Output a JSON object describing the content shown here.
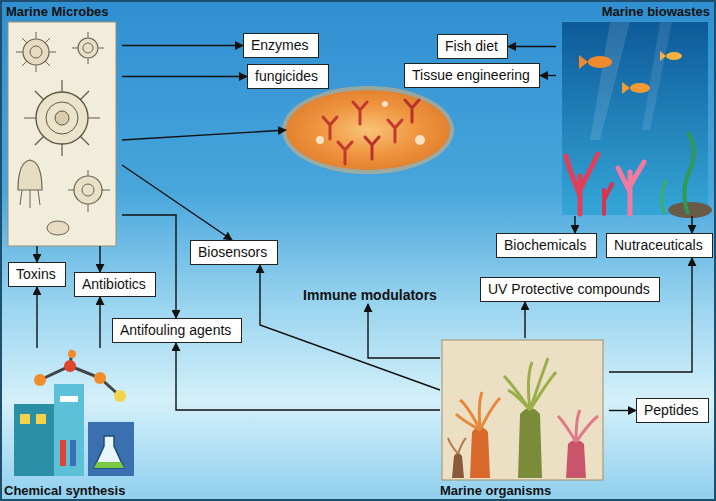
{
  "diagram": {
    "nodes": [
      {
        "text": [
          "Marine Microbes"
        ]
      },
      {
        "text": [
          "Enzymes"
        ]
      },
      {
        "text": [
          "fungicides"
        ]
      },
      {
        "text": [
          "Marine biowastes"
        ]
      },
      {
        "text": [
          "Fish diet"
        ]
      },
      {
        "text": [
          "Tissue engineering"
        ]
      },
      {
        "text": [
          "Immune modulators"
        ]
      },
      {
        "text": [
          "Toxins"
        ]
      },
      {
        "text": [
          "Antibiotics"
        ]
      },
      {
        "text": [
          "Biosensors"
        ]
      },
      {
        "text": [
          "Biochemicals"
        ]
      },
      {
        "text": [
          "Nutraceuticals"
        ]
      },
      {
        "text": [
          "UV Protective compounds"
        ]
      },
      {
        "text": [
          "Antifouling agents"
        ]
      },
      {
        "text": [
          "Chemical synthesis"
        ]
      },
      {
        "text": [
          "Marine organisms"
        ]
      },
      {
        "text": [
          "Peptides"
        ]
      }
    ],
    "edges": [
      {
        "from": 0,
        "to": 1,
        "arrow": "to"
      },
      {
        "from": 0,
        "to": 2,
        "arrow": "to"
      },
      {
        "from": 0,
        "to": 6,
        "arrow": "to"
      },
      {
        "from": 0,
        "to": 9,
        "arrow": "to"
      },
      {
        "from": 0,
        "to": 7,
        "arrow": "to"
      },
      {
        "from": 0,
        "to": 8,
        "arrow": "to"
      },
      {
        "from": 0,
        "to": 13,
        "arrow": "to"
      },
      {
        "from": 3,
        "to": 4,
        "arrow": "to"
      },
      {
        "from": 3,
        "to": 5,
        "arrow": "to"
      },
      {
        "from": 3,
        "to": 10,
        "arrow": "to"
      },
      {
        "from": 3,
        "to": 11,
        "arrow": "to"
      },
      {
        "from": 14,
        "to": 7,
        "arrow": "to"
      },
      {
        "from": 14,
        "to": 8,
        "arrow": "to"
      },
      {
        "from": 15,
        "to": 6,
        "arrow": "to"
      },
      {
        "from": 15,
        "to": 12,
        "arrow": "to"
      },
      {
        "from": 15,
        "to": 9,
        "arrow": "to"
      },
      {
        "from": 15,
        "to": 13,
        "arrow": "to"
      },
      {
        "from": 15,
        "to": 11,
        "arrow": "to"
      },
      {
        "from": 15,
        "to": 16,
        "arrow": "to"
      }
    ]
  }
}
